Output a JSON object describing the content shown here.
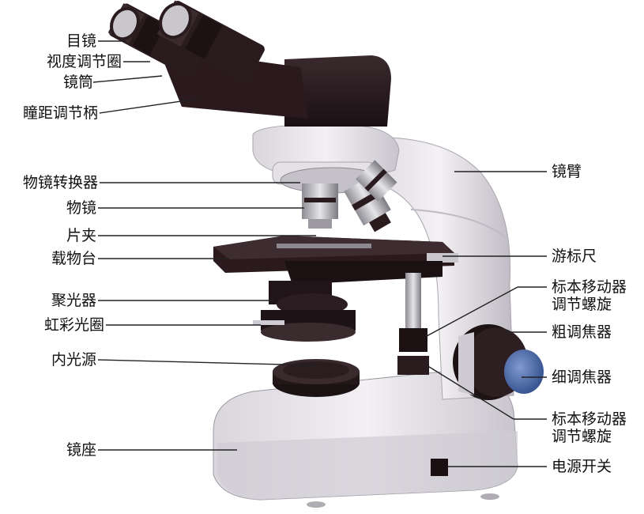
{
  "labels_left": {
    "eyepiece": "目镜",
    "diopter_ring": "视度调节圈",
    "tube": "镜筒",
    "ipd_handle": "瞳距调节柄",
    "nosepiece": "物镜转换器",
    "objective": "物镜",
    "clip": "片夹",
    "stage": "载物台",
    "condenser": "聚光器",
    "iris": "虹彩光圈",
    "light_source": "内光源",
    "base": "镜座"
  },
  "labels_right": {
    "arm": "镜臂",
    "vernier": "游标尺",
    "mover_upper_1": "标本移动器",
    "mover_upper_2": "调节螺旋",
    "coarse": "粗调焦器",
    "fine": "细调焦器",
    "mover_lower_1": "标本移动器",
    "mover_lower_2": "调节螺旋",
    "power": "电源开关"
  },
  "colors": {
    "body_white": "#e9e7ea",
    "body_shadow": "#bdb9c2",
    "head_dark": "#2a1a1e",
    "metal": "#b8b6bc",
    "stage_dark": "#241518",
    "knob_blue": "#4a6aa8"
  }
}
